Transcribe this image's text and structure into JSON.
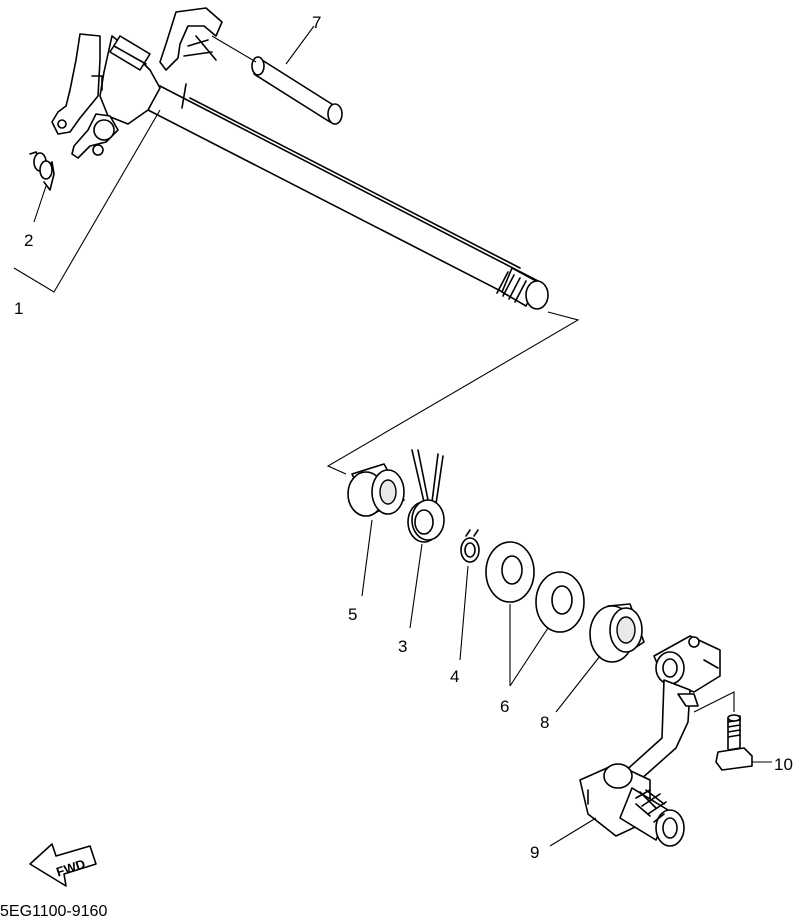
{
  "diagram": {
    "code": "5EG1100-9160",
    "fwd_label": "FWD",
    "callouts": {
      "c1": "1",
      "c2": "2",
      "c3": "3",
      "c4": "4",
      "c5": "5",
      "c6": "6",
      "c7": "7",
      "c8": "8",
      "c9": "9",
      "c10": "10"
    }
  }
}
